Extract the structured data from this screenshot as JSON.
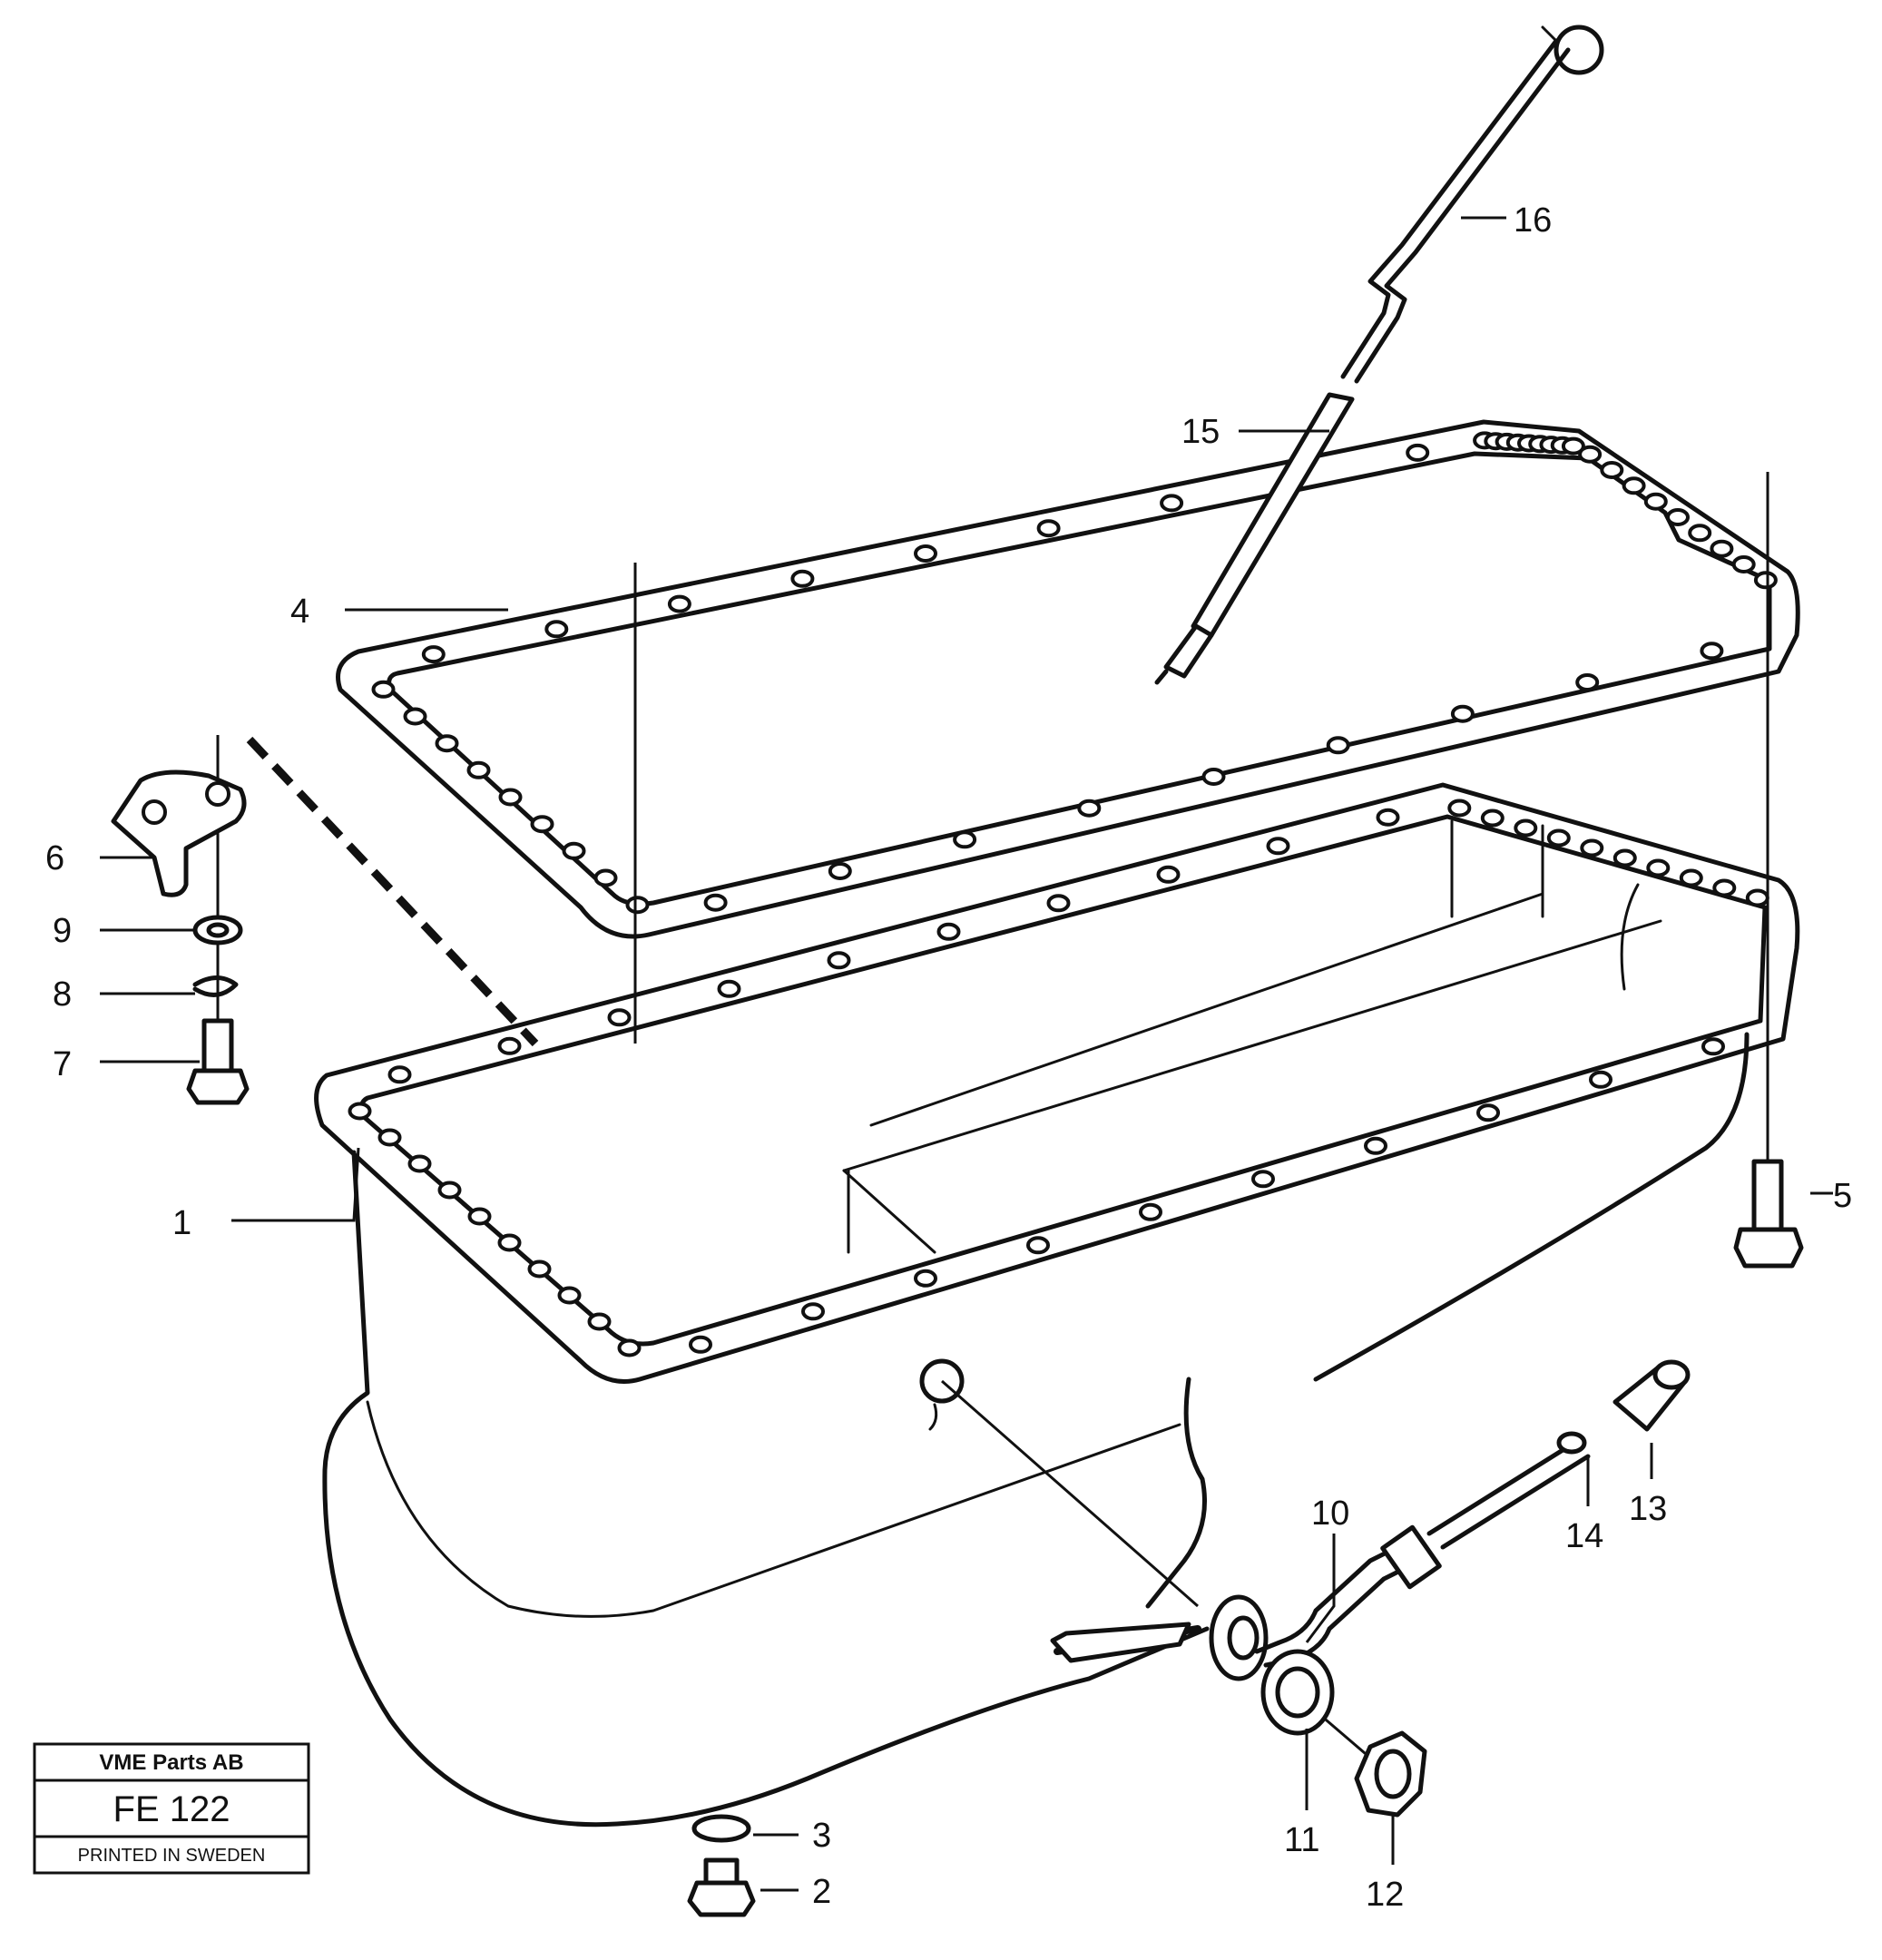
{
  "title_block": {
    "company": "VME Parts AB",
    "drawing_code": "FE 122",
    "printed": "PRINTED IN SWEDEN"
  },
  "callouts": [
    {
      "id": "1",
      "part": "oil-pan"
    },
    {
      "id": "2",
      "part": "drain-plug"
    },
    {
      "id": "3",
      "part": "drain-plug-washer"
    },
    {
      "id": "4",
      "part": "oil-pan-gasket"
    },
    {
      "id": "5",
      "part": "flange-screw"
    },
    {
      "id": "6",
      "part": "bracket"
    },
    {
      "id": "7",
      "part": "bracket-screw"
    },
    {
      "id": "8",
      "part": "lock-washer"
    },
    {
      "id": "9",
      "part": "flat-washer"
    },
    {
      "id": "10",
      "part": "oil-pipe"
    },
    {
      "id": "11",
      "part": "seal-ring"
    },
    {
      "id": "12",
      "part": "nut"
    },
    {
      "id": "13",
      "part": "union"
    },
    {
      "id": "14",
      "part": "o-ring"
    },
    {
      "id": "15",
      "part": "dipstick-tube"
    },
    {
      "id": "16",
      "part": "dipstick"
    }
  ]
}
